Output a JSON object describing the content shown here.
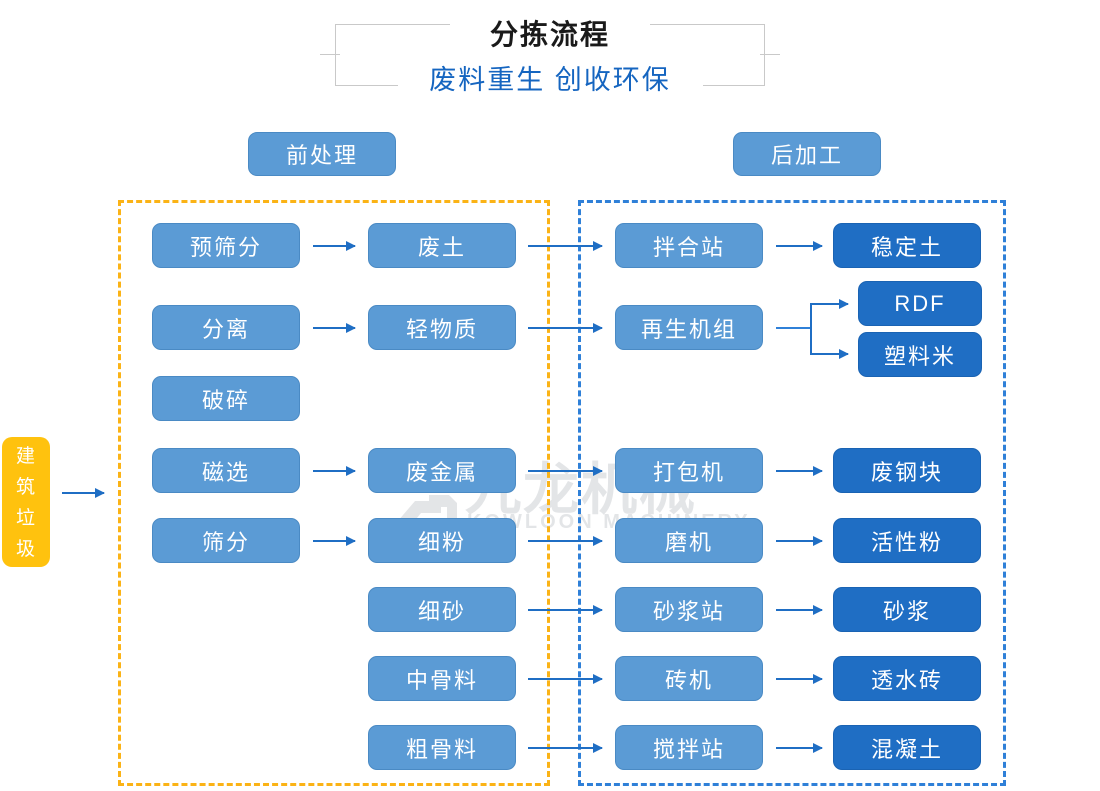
{
  "header": {
    "title": "分拣流程",
    "subtitle": "废料重生 创收环保"
  },
  "watermark": {
    "cn": "九龙机械",
    "en": "KOWLOON MACHINERY",
    "logo_icon": "kowloon-logo-icon"
  },
  "sections": {
    "pre_label": "前处理",
    "post_label": "后加工"
  },
  "source": {
    "label": "建筑垃圾",
    "color": "#ffc20e"
  },
  "colors": {
    "mid_blue": "#5b9bd5",
    "deep_blue": "#1f6ec4",
    "pre_zone_dash": "#fbb316",
    "post_zone_dash": "#2f80d8",
    "arrow": "#1f6ec4",
    "subtitle": "#1565c0"
  },
  "columns": {
    "process": [
      {
        "label": "预筛分"
      },
      {
        "label": "分离"
      },
      {
        "label": "破碎"
      },
      {
        "label": "磁选"
      },
      {
        "label": "筛分"
      }
    ],
    "material": [
      {
        "label": "废土"
      },
      {
        "label": "轻物质"
      },
      {
        "label": "废金属"
      },
      {
        "label": "细粉"
      },
      {
        "label": "细砂"
      },
      {
        "label": "中骨料"
      },
      {
        "label": "粗骨料"
      }
    ],
    "equipment": [
      {
        "label": "拌合站"
      },
      {
        "label": "再生机组"
      },
      {
        "label": "打包机"
      },
      {
        "label": "磨机"
      },
      {
        "label": "砂浆站"
      },
      {
        "label": "砖机"
      },
      {
        "label": "搅拌站"
      }
    ],
    "product": [
      {
        "label": "稳定土"
      },
      {
        "label": "RDF"
      },
      {
        "label": "塑料米"
      },
      {
        "label": "废钢块"
      },
      {
        "label": "活性粉"
      },
      {
        "label": "砂浆"
      },
      {
        "label": "透水砖"
      },
      {
        "label": "混凝土"
      }
    ]
  }
}
